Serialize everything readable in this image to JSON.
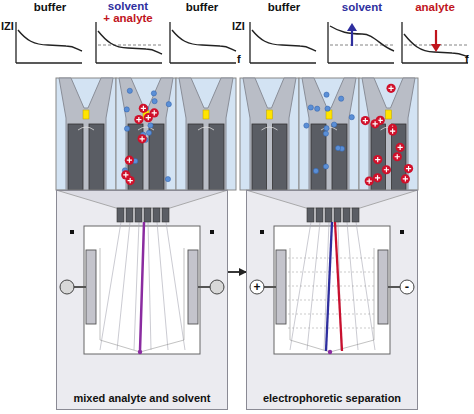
{
  "diagram": {
    "nodes": [
      {
        "text": [
          "buffer"
        ]
      },
      {
        "text": [
          "solvent",
          "+ analyte"
        ]
      },
      {
        "text": [
          "buffer"
        ]
      },
      {
        "text": [
          "buffer"
        ]
      },
      {
        "text": [
          "solvent"
        ]
      },
      {
        "text": [
          "analyte"
        ]
      },
      {
        "text": [
          "mixed analyte and solvent"
        ]
      },
      {
        "text": [
          "electrophoretic separation"
        ]
      }
    ],
    "edges": [
      {
        "from": 6,
        "to": 7,
        "arrow": "to"
      }
    ],
    "labels": [
      "IZI",
      "IZI",
      "f",
      "f",
      "+",
      "-"
    ]
  }
}
